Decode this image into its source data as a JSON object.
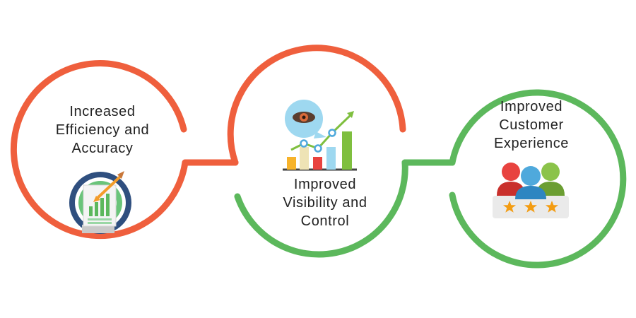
{
  "colors": {
    "orange": "#ef5f3d",
    "green": "#5cb85c",
    "navy": "#2f4f7f",
    "gold": "#f7b32b",
    "red": "#e8433f",
    "blue": "#4fa9dc",
    "light_blue": "#9ed8f0"
  },
  "items": [
    {
      "lines": [
        "Increased",
        "Efficiency and",
        "Accuracy"
      ],
      "icon": "target-report-icon",
      "ring_color": "orange"
    },
    {
      "lines": [
        "Improved",
        "Visibility and",
        "Control"
      ],
      "icon": "growth-chart-eye-icon",
      "ring_color": "orange-green"
    },
    {
      "lines": [
        "Improved",
        "Customer",
        "Experience"
      ],
      "icon": "customer-rating-icon",
      "ring_color": "green"
    }
  ]
}
